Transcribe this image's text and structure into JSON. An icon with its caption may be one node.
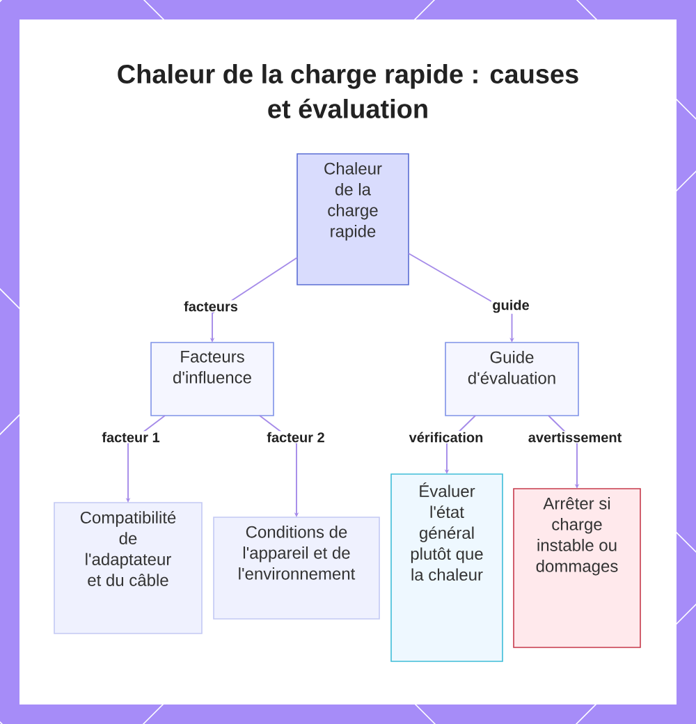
{
  "diagram": {
    "title": "Chaleur de la charge rapide : causes et évaluation",
    "nodes": [
      {
        "text": [
          "Chaleur de la charge rapide"
        ]
      },
      {
        "text": [
          "Facteurs d'influence"
        ]
      },
      {
        "text": [
          "Guide d'évaluation"
        ]
      },
      {
        "text": [
          "Compatibilité de l'adaptateur et du câble"
        ]
      },
      {
        "text": [
          "Conditions de l'appareil et de l'environnement"
        ]
      },
      {
        "text": [
          "Évaluer l'état général plutôt que la chaleur"
        ]
      },
      {
        "text": [
          "Arrêter si charge instable ou dommages"
        ]
      }
    ],
    "edges": [
      {
        "from": 0,
        "to": 1,
        "arrow": "to",
        "label": "facteurs"
      },
      {
        "from": 0,
        "to": 2,
        "arrow": "to",
        "label": "guide"
      },
      {
        "from": 1,
        "to": 3,
        "arrow": "to",
        "label": "facteur 1"
      },
      {
        "from": 1,
        "to": 4,
        "arrow": "to",
        "label": "facteur 2"
      },
      {
        "from": 2,
        "to": 5,
        "arrow": "to",
        "label": "vérification"
      },
      {
        "from": 2,
        "to": 6,
        "arrow": "to",
        "label": "avertissement"
      }
    ]
  }
}
